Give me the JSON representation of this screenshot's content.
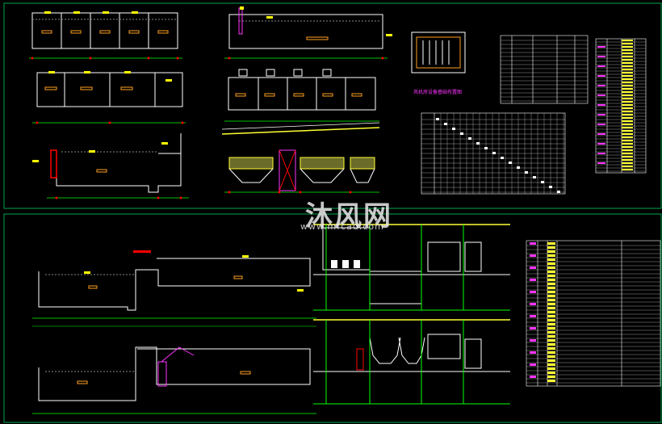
{
  "watermark": {
    "text": "沐风网",
    "url": "www.mfcad.com"
  },
  "plan_title": "风机房设备基础布置图",
  "colors": {
    "background": "#000000",
    "frame": "#00a650",
    "structure": "#ffffff",
    "dimension": "#00ff00",
    "label": "#ffff00",
    "marker": "#ff0000",
    "magenta": "#ff33ff",
    "equipment": "#ffa020",
    "pipe": "#ffff33"
  }
}
